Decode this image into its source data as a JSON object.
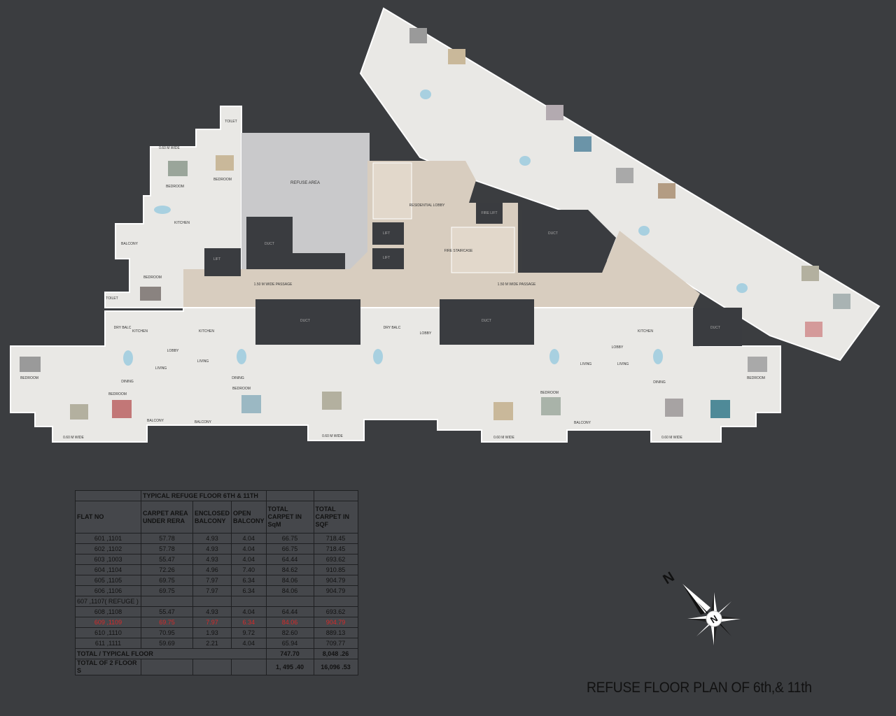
{
  "plan": {
    "labels": {
      "refuse_area": "REFUSE AREA",
      "residential_lobby": "RESIDENTIAL LOBBY",
      "passage": "1.50 M WIDE PASSAGE",
      "duct": "DUCT",
      "fire_staircase": "FIRE STAIRCASE",
      "lift": "LIFT",
      "fire_lift": "FIRE LIFT",
      "bedroom": "BEDROOM",
      "living": "LIVING",
      "kitchen": "KITCHEN",
      "dining": "DINING",
      "toilet": "TOILET",
      "balcony": "BALCONY",
      "lobby": "LOBBY",
      "dry_balc": "DRY BALC",
      "wide": "0.60 M WIDE"
    },
    "colors": {
      "background": "#3b3d40",
      "floor": "#e9e8e5",
      "passage": "#d8cdbf",
      "refuse": "#c9c9cb",
      "duct": "#3a3c40"
    }
  },
  "table": {
    "caption": "TYPICAL REFUGE FLOOR 6TH & 11TH",
    "headers": [
      "FLAT NO",
      "CARPET AREA UNDER RERA",
      "ENCLOSED BALCONY",
      "OPEN BALCONY",
      "TOTAL CARPET IN SqM",
      "TOTAL CARPET IN SQF"
    ],
    "rows": [
      [
        "601 ,1101",
        "57.78",
        "4.93",
        "4.04",
        "66.75",
        "718.45"
      ],
      [
        "602 ,1102",
        "57.78",
        "4.93",
        "4.04",
        "66.75",
        "718.45"
      ],
      [
        "603 ,1003",
        "55.47",
        "4.93",
        "4.04",
        "64.44",
        "693.62"
      ],
      [
        "604 ,1104",
        "72.26",
        "4.96",
        "7.40",
        "84.62",
        "910.85"
      ],
      [
        "605 ,1105",
        "69.75",
        "7.97",
        "6.34",
        "84.06",
        "904.79"
      ],
      [
        "606 ,1106",
        "69.75",
        "7.97",
        "6.34",
        "84.06",
        "904.79"
      ],
      [
        "607 ,1107( REFUGE )",
        "",
        "",
        "",
        "",
        ""
      ],
      [
        "608 ,1108",
        "55.47",
        "4.93",
        "4.04",
        "64.44",
        "693.62"
      ],
      [
        "609 ,1109",
        "69.75",
        "7.97",
        "6.34",
        "84.06",
        "904.79"
      ],
      [
        "610 ,1110",
        "70.95",
        "1.93",
        "9.72",
        "82.60",
        "889.13"
      ],
      [
        "611 ,1111",
        "59.69",
        "2.21",
        "4.04",
        "65.94",
        "709.77"
      ]
    ],
    "highlight_row_color": "#d42a2a",
    "totals": [
      {
        "label": "TOTAL / TYPICAL FLOOR",
        "sqm": "747.70",
        "sqf": "8,048 .26"
      },
      {
        "label": "TOTAL OF 2 FLOOR S",
        "sqm": "1, 495 .40",
        "sqf": "16,096 .53"
      }
    ]
  },
  "compass": {
    "north_label": "N",
    "icon": "north-arrow-compass-icon"
  },
  "title": "REFUSE FLOOR PLAN OF 6th,& 11th"
}
